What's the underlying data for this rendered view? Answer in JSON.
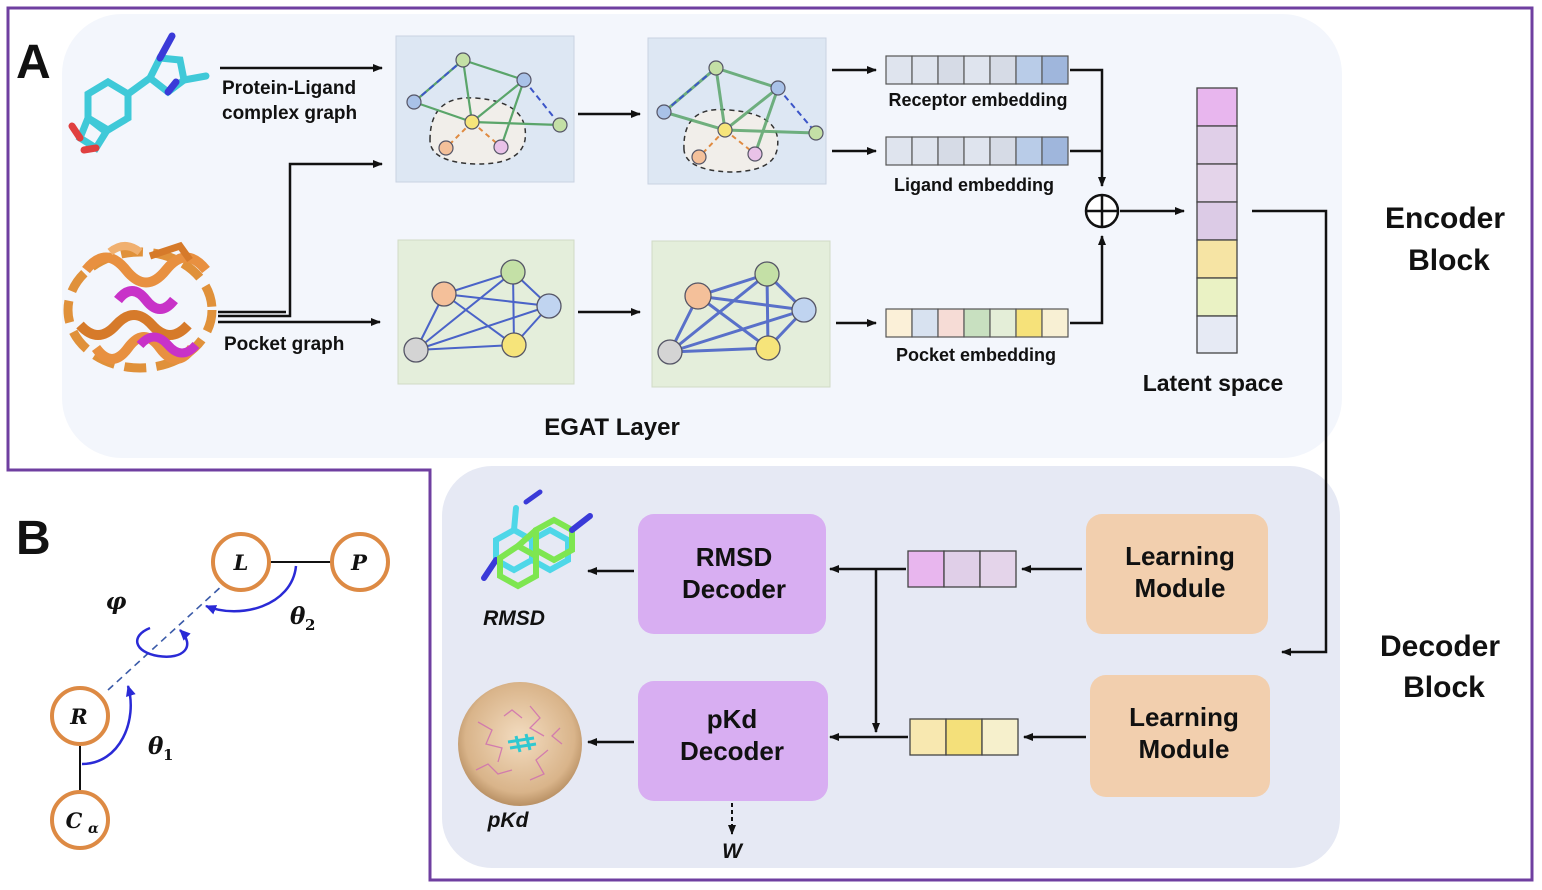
{
  "panel_a": {
    "letter": "A",
    "inputs": {
      "complex_graph_label_1": "Protein-Ligand",
      "complex_graph_label_2": "complex graph",
      "pocket_graph_label": "Pocket graph"
    },
    "egat_layer_label": "EGAT Layer",
    "embeddings": {
      "receptor": "Receptor embedding",
      "ligand": "Ligand embedding",
      "pocket": "Pocket embedding"
    },
    "latent_space_label": "Latent space",
    "encoder_block_1": "Encoder",
    "encoder_block_2": "Block",
    "decoder_block_1": "Decoder",
    "decoder_block_2": "Block"
  },
  "decoder": {
    "rmsd_decoder_1": "RMSD",
    "rmsd_decoder_2": "Decoder",
    "pkd_decoder_1": "pKd",
    "pkd_decoder_2": "Decoder",
    "learning_module_1": "Learning",
    "learning_module_2": "Module",
    "rmsd_output": "RMSD",
    "pkd_output": "pKd",
    "w_label": "W"
  },
  "panel_b": {
    "letter": "B",
    "node_L": "L",
    "node_P": "P",
    "node_R": "R",
    "node_Ca": "C",
    "node_Ca_sub": "α",
    "phi": "φ",
    "theta": "θ",
    "theta1_sub": "1",
    "theta2_sub": "2"
  },
  "colors": {
    "frame": "#6f3fa0",
    "encoder_bg": "#f3f6fc",
    "decoder_bg": "#e6e9f4",
    "decoder_box": "#d8aef2",
    "learning_box": "#f2cfae",
    "node_orange": "#dd8a44",
    "arc_blue": "#2a2ad6"
  }
}
